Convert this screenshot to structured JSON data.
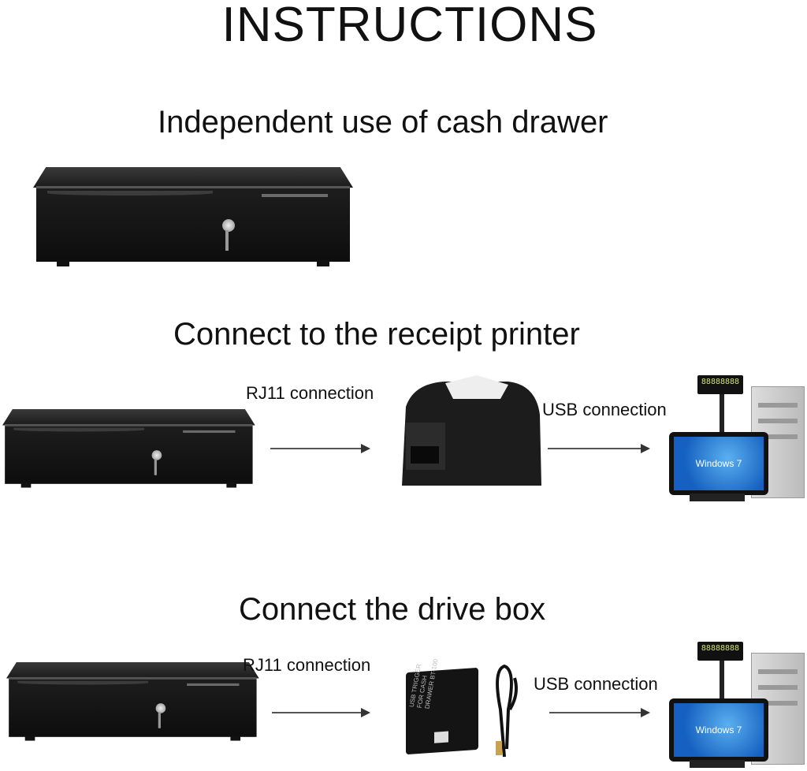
{
  "title": "INSTRUCTIONS",
  "sections": [
    {
      "heading": "Independent use of cash drawer"
    },
    {
      "heading": "Connect to the receipt printer",
      "left_label": "RJ11 connection",
      "right_label": "USB connection"
    },
    {
      "heading": "Connect the drive box",
      "left_label": "RJ11 connection",
      "right_label": "USB connection"
    }
  ],
  "device_labels": {
    "drive_box": "USB TRIGGER FOR CASH DRAWER BT-100",
    "screen": "Windows 7",
    "display": "88888888"
  }
}
